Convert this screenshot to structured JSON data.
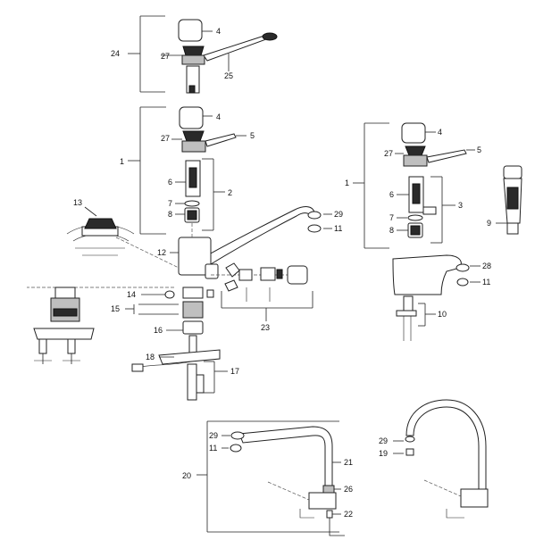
{
  "callouts": {
    "c1": "1",
    "c2": "2",
    "c3": "3",
    "c4": "4",
    "c5": "5",
    "c6": "6",
    "c7": "7",
    "c8": "8",
    "c9": "9",
    "c10": "10",
    "c11": "11",
    "c12": "12",
    "c13": "13",
    "c14": "14",
    "c15": "15",
    "c16": "16",
    "c17": "17",
    "c18": "18",
    "c19": "19",
    "c20": "20",
    "c21": "21",
    "c22": "22",
    "c23": "23",
    "c24": "24",
    "c25": "25",
    "c26": "26",
    "c27": "27",
    "c28": "28",
    "c29": "29"
  },
  "colors": {
    "ink": "#222222",
    "dark_part": "#2a2a2a",
    "grey_part": "#bfbfbf",
    "background": "#ffffff"
  }
}
